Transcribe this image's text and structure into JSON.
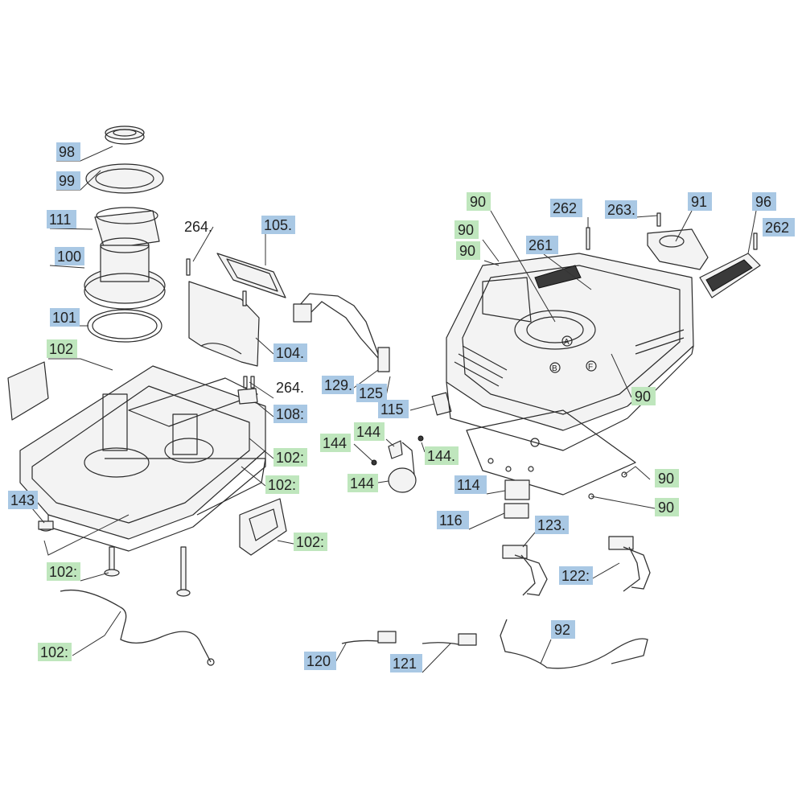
{
  "callouts": [
    {
      "text": "98",
      "color": "blue"
    },
    {
      "text": "99",
      "color": "blue"
    },
    {
      "text": "111",
      "color": "blue"
    },
    {
      "text": "100",
      "color": "blue"
    },
    {
      "text": "101",
      "color": "blue"
    },
    {
      "text": "102",
      "color": "green"
    },
    {
      "text": "143",
      "color": "blue"
    },
    {
      "text": "102:",
      "color": "green"
    },
    {
      "text": "102:",
      "color": "green"
    },
    {
      "text": "264.",
      "color": "none"
    },
    {
      "text": "105.",
      "color": "blue"
    },
    {
      "text": "104.",
      "color": "blue"
    },
    {
      "text": "264.",
      "color": "none"
    },
    {
      "text": "108:",
      "color": "blue"
    },
    {
      "text": "102:",
      "color": "green"
    },
    {
      "text": "102:",
      "color": "green"
    },
    {
      "text": "102:",
      "color": "green"
    },
    {
      "text": "129.",
      "color": "blue"
    },
    {
      "text": "125",
      "color": "blue"
    },
    {
      "text": "115",
      "color": "blue"
    },
    {
      "text": "144",
      "color": "green"
    },
    {
      "text": "144",
      "color": "green"
    },
    {
      "text": "144.",
      "color": "green"
    },
    {
      "text": "144",
      "color": "green"
    },
    {
      "text": "90",
      "color": "green"
    },
    {
      "text": "90",
      "color": "green"
    },
    {
      "text": "90",
      "color": "green"
    },
    {
      "text": "262",
      "color": "blue"
    },
    {
      "text": "263.",
      "color": "blue"
    },
    {
      "text": "91",
      "color": "blue"
    },
    {
      "text": "96",
      "color": "blue"
    },
    {
      "text": "262",
      "color": "blue"
    },
    {
      "text": "261",
      "color": "blue"
    },
    {
      "text": "90",
      "color": "green"
    },
    {
      "text": "90",
      "color": "green"
    },
    {
      "text": "90",
      "color": "green"
    },
    {
      "text": "114",
      "color": "blue"
    },
    {
      "text": "116",
      "color": "blue"
    },
    {
      "text": "123.",
      "color": "blue"
    },
    {
      "text": "122:",
      "color": "blue"
    },
    {
      "text": "92",
      "color": "blue"
    },
    {
      "text": "120",
      "color": "blue"
    },
    {
      "text": "121",
      "color": "blue"
    }
  ],
  "markers": [
    "A",
    "B",
    "F"
  ],
  "colors": {
    "blue": "#a9c8e4",
    "green": "#bfe6bd",
    "line": "#2a2a2a"
  }
}
